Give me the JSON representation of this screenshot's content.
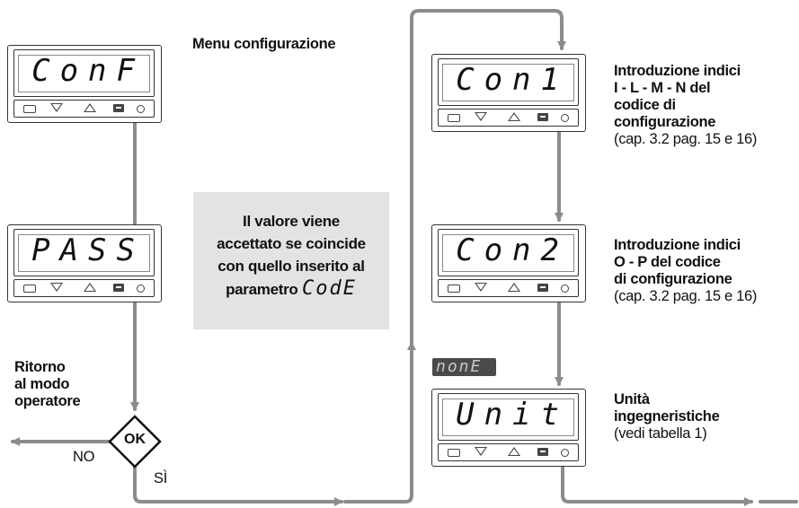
{
  "colors": {
    "wire": "#8c8c8c",
    "note_bg": "#e3e3e4",
    "badge_bg": "#4a4a4a"
  },
  "devices": [
    {
      "id": "conf",
      "display": "ConF"
    },
    {
      "id": "pass",
      "display": "PASS"
    },
    {
      "id": "con1",
      "display": "Con1"
    },
    {
      "id": "con2",
      "display": "Con2"
    },
    {
      "id": "unit",
      "display": "Unit"
    }
  ],
  "labels": {
    "menu_title": "Menu configurazione",
    "con1_l1": "Introduzione indici",
    "con1_l2": "I - L - M - N del",
    "con1_l3": "codice di",
    "con1_l4": "configurazione",
    "con1_ref": "(cap. 3.2 pag. 15 e 16)",
    "con2_l1": "Introduzione indici",
    "con2_l2": "O - P del codice",
    "con2_l3": "di configurazione",
    "con2_ref": "(cap. 3.2 pag. 15 e 16)",
    "unit_l1": "Unità",
    "unit_l2": "ingegneristiche",
    "unit_ref": "(vedi tabella 1)",
    "return_l1": "Ritorno",
    "return_l2": "al modo",
    "return_l3": "operatore"
  },
  "note": {
    "line1": "Il valore viene",
    "line2": "accettato se coincide",
    "line3": "con quello inserito al",
    "line4_prefix": "parametro",
    "line4_code": "CodE"
  },
  "decision": {
    "label": "OK",
    "no": "NO",
    "yes": "SÌ"
  },
  "none_badge": "nonE",
  "icons": [
    "rect-key-icon",
    "down-key-icon",
    "up-key-icon",
    "enter-key-icon",
    "dot-key-icon"
  ]
}
